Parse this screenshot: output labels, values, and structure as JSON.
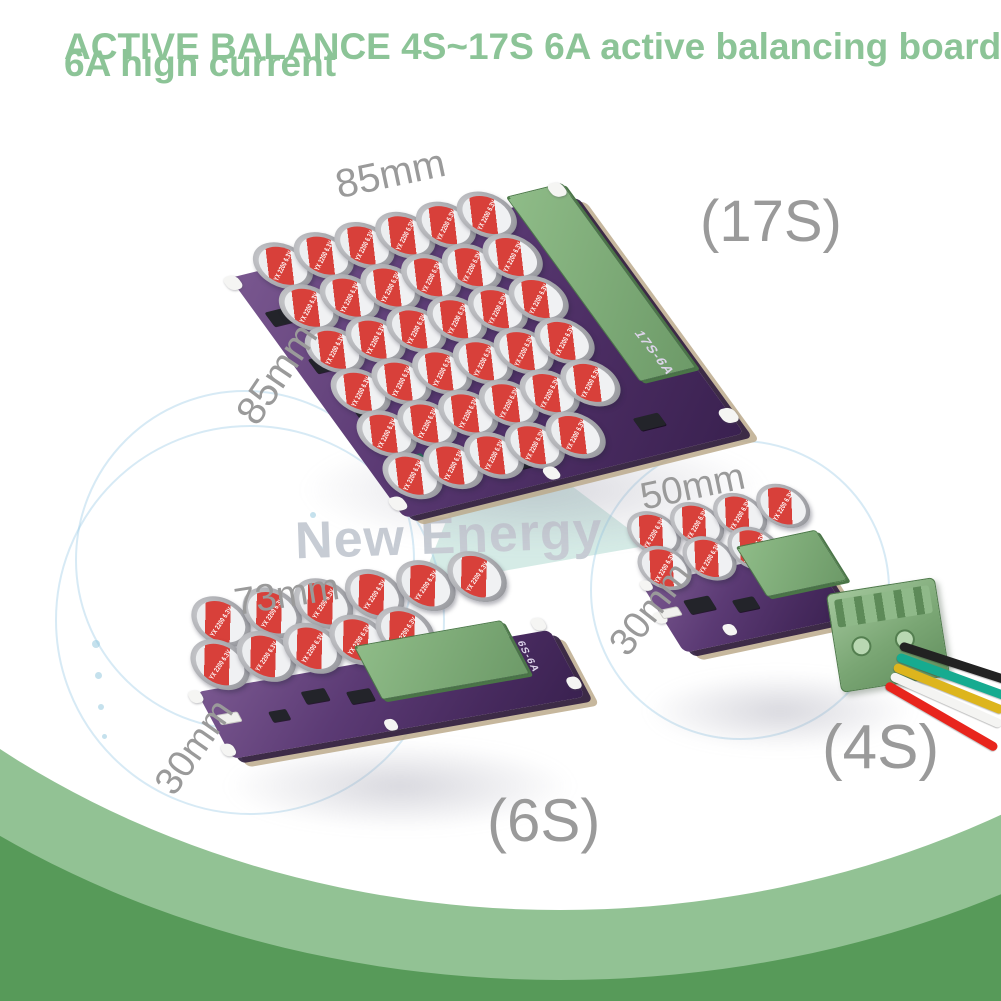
{
  "title": {
    "line1": "ACTIVE BALANCE 4S~17S 6A  active balancing board",
    "line2": "6A high current"
  },
  "watermark": {
    "text": "New Energy"
  },
  "boards": [
    {
      "name": "17S balancing board",
      "label": "(17S)",
      "dim_width": "85mm",
      "dim_height": "85mm",
      "silk": "17S-6A",
      "cap_marking": "YX 2200 6.3V",
      "capacitor_count": 35,
      "terminal_pins": 18
    },
    {
      "name": "6S balancing board",
      "label": "(6S)",
      "dim_width": "73mm",
      "dim_height": "30mm",
      "silk": "6S-6A",
      "cap_marking": "YX 2200 6.3V",
      "capacitor_count": 11,
      "terminal_pins": 7
    },
    {
      "name": "4S balancing board",
      "label": "(4S)",
      "dim_width": "50mm",
      "dim_height": "30mm",
      "cap_marking": "YX 2200 6.3V",
      "capacitor_count": 7,
      "terminal_pins": 5,
      "wires": [
        {
          "name": "black",
          "color": "#222222"
        },
        {
          "name": "teal",
          "color": "#16ab90"
        },
        {
          "name": "yellow",
          "color": "#ddb51d"
        },
        {
          "name": "white",
          "color": "#f4f4f2"
        },
        {
          "name": "red",
          "color": "#e8251d"
        }
      ]
    }
  ],
  "colors": {
    "title_green": "#8cc497",
    "band_light": "#92c294",
    "band_dark": "#579a59",
    "pcb_purple": "#5b3a74",
    "terminal_green": "#87b584",
    "cap_red": "#d8403a",
    "label_gray": "#9a9a9a",
    "watermark_gray": "#c7ccd4"
  }
}
